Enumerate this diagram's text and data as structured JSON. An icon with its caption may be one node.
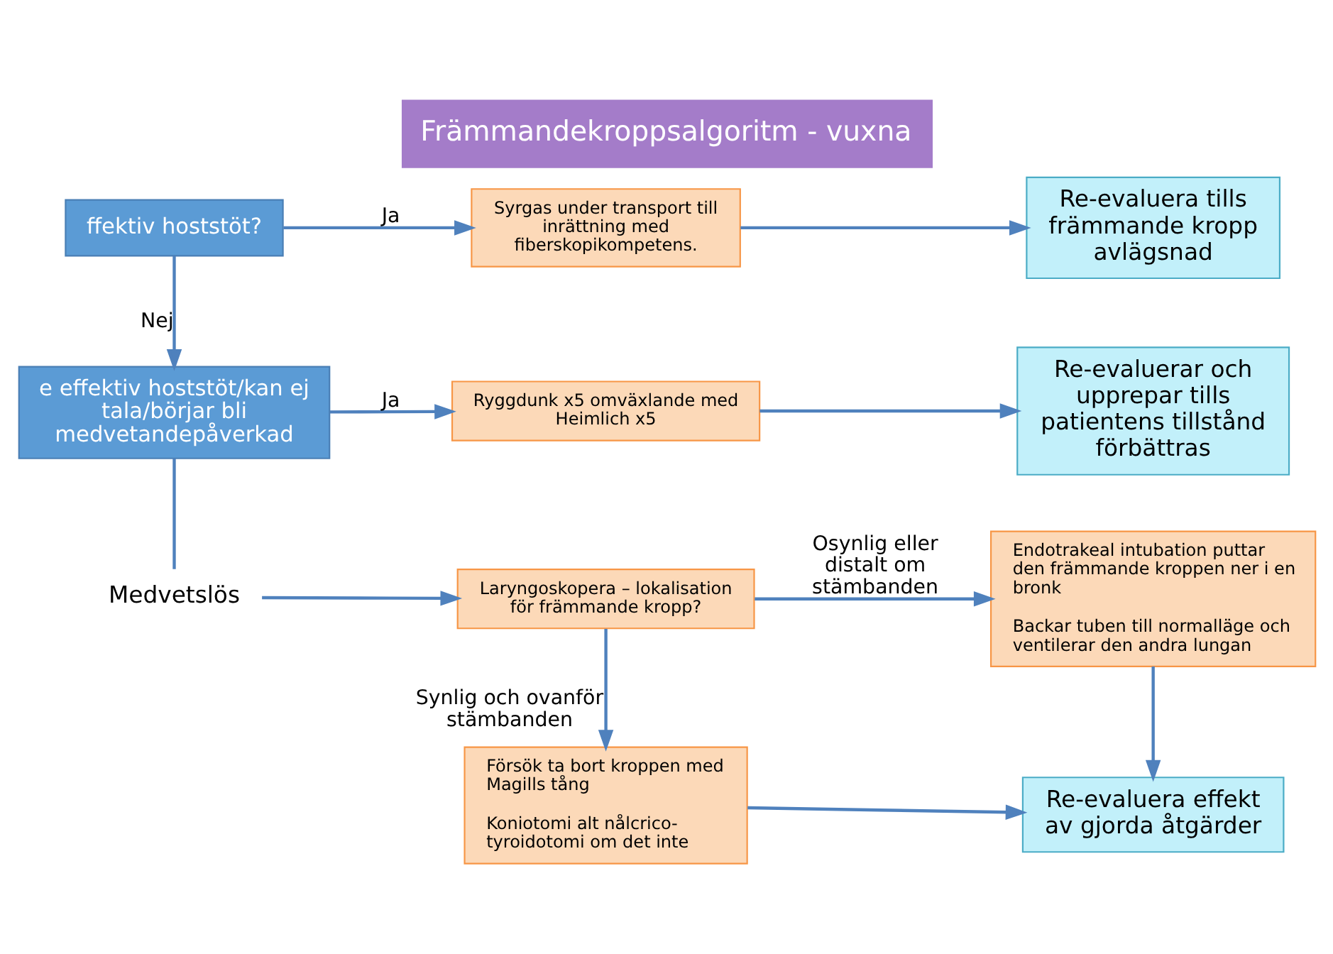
{
  "diagram": {
    "title": "Främmandekroppsalgoritm - vuxna",
    "nodes": [
      {
        "text": [
          "ffektiv hoststöt?"
        ]
      },
      {
        "text": [
          "Syrgas under transport till inrättning med fiberskopikompetens."
        ]
      },
      {
        "text": [
          "Re-evaluera tills främmande kropp avlägsnad"
        ]
      },
      {
        "text": [
          "e effektiv hoststöt/kan ej tala/börjar bli medvetandepåverkad"
        ]
      },
      {
        "text": [
          "Ryggdunk x5 omväxlande med Heimlich x5"
        ]
      },
      {
        "text": [
          "Re-evaluerar och upprepar tills patientens tillstånd förbättras"
        ]
      },
      {
        "text": [
          "Medvetslös"
        ]
      },
      {
        "text": [
          "Laryngoskopera – lokalisation för främmande kropp?"
        ]
      },
      {
        "text": [
          "Endotrakeal intubation puttar den främmande kroppen ner i en bronk",
          "Backar tuben till normalläge och ventilerar den andra lungan"
        ]
      },
      {
        "text": [
          "Försök ta bort kroppen med Magills tång",
          "Koniotomi alt nålcrico-tyroidotomi om det inte"
        ]
      },
      {
        "text": [
          "Re-evaluera effekt av gjorda åtgärder"
        ]
      }
    ],
    "edges": [
      {
        "from": 0,
        "to": 1,
        "arrow": "to",
        "label": "Ja"
      },
      {
        "from": 1,
        "to": 2,
        "arrow": "to"
      },
      {
        "from": 0,
        "to": 3,
        "arrow": "to",
        "label": "Nej"
      },
      {
        "from": 3,
        "to": 4,
        "arrow": "to",
        "label": "Ja"
      },
      {
        "from": 4,
        "to": 5,
        "arrow": "to"
      },
      {
        "from": 3,
        "to": 6,
        "arrow": "none"
      },
      {
        "from": 6,
        "to": 7,
        "arrow": "to"
      },
      {
        "from": 7,
        "to": 8,
        "arrow": "to",
        "label": "Osynlig eller distalt om stämbanden"
      },
      {
        "from": 7,
        "to": 9,
        "arrow": "to",
        "label": "Synlig och ovanför stämbanden"
      },
      {
        "from": 8,
        "to": 10,
        "arrow": "to"
      },
      {
        "from": 9,
        "to": 10,
        "arrow": "to"
      }
    ]
  }
}
